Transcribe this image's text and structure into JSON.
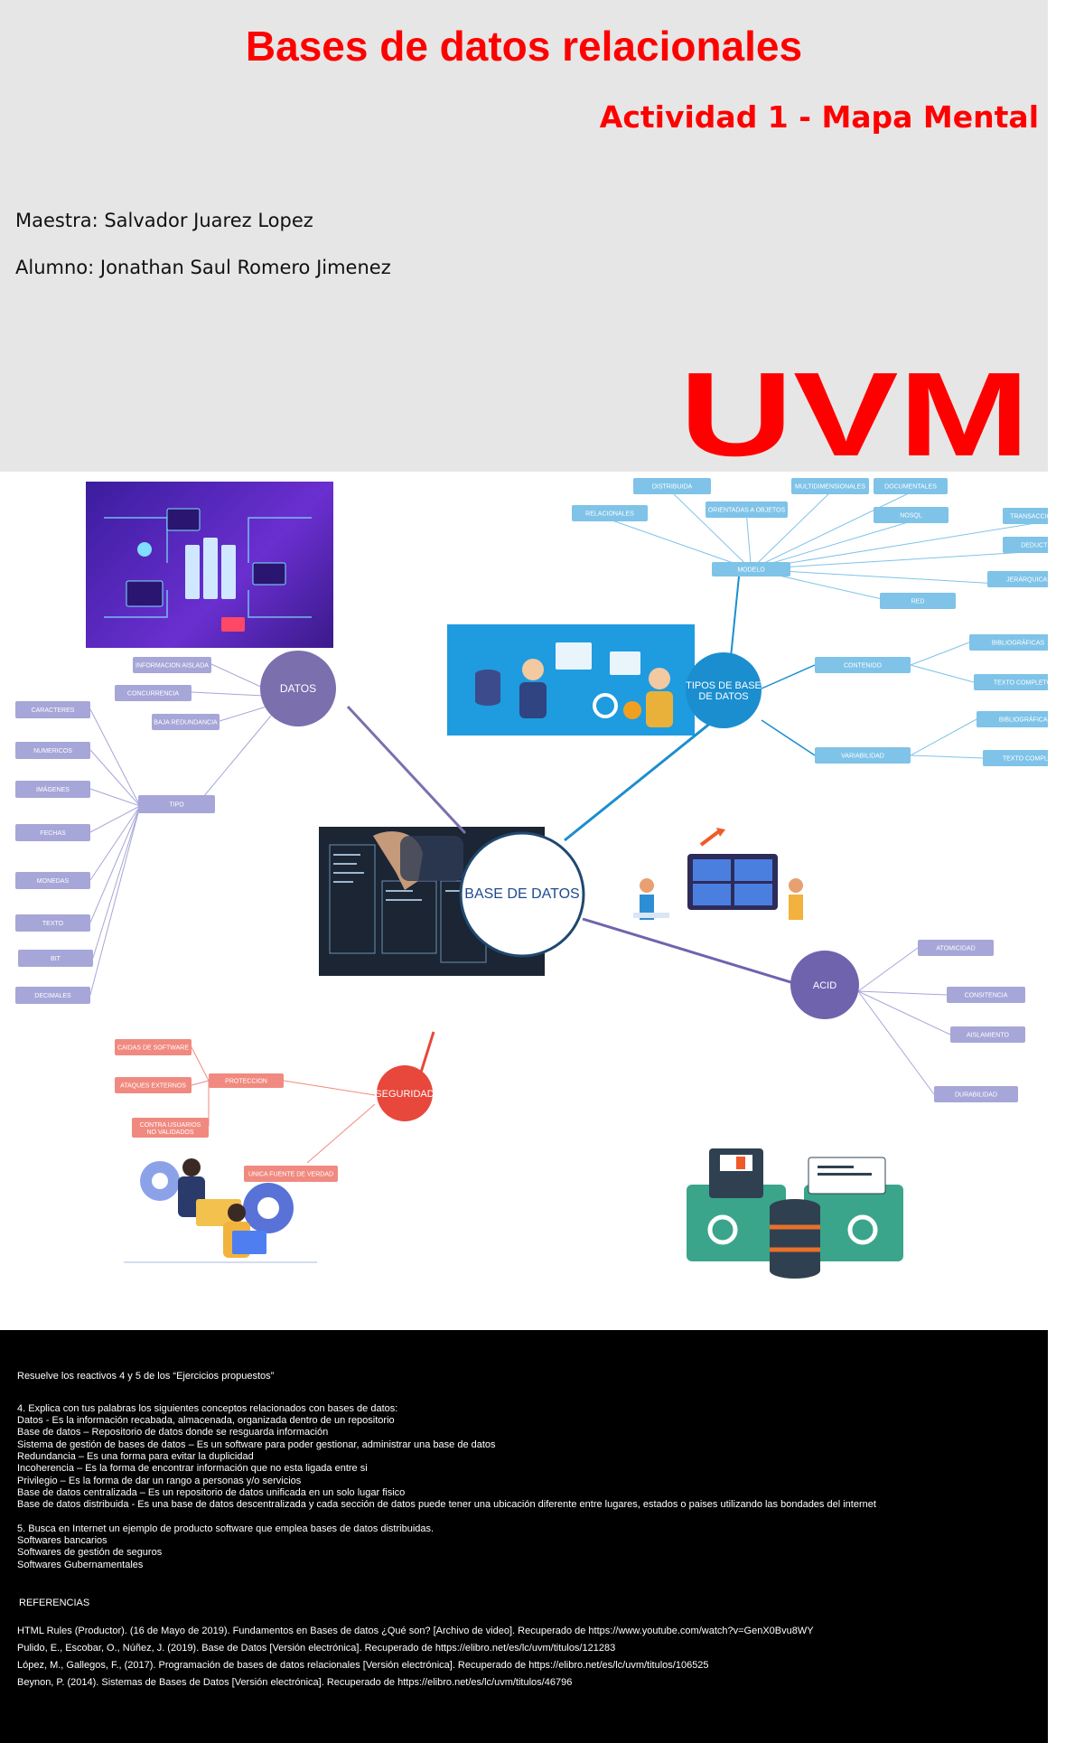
{
  "header": {
    "title": "Bases de datos relacionales",
    "subtitle": "Actividad 1 - Mapa Mental",
    "teacher": "Maestra: Salvador Juarez Lopez",
    "student": "Alumno: Jonathan Saul Romero Jimenez",
    "logo_text": "UVM"
  },
  "colors": {
    "accent_red": "#ff0000",
    "header_bg": "#e6e6e6",
    "datos": "#7b6fae",
    "tipos": "#1b8ed0",
    "acid": "#6f63ae",
    "seguridad": "#e8473b",
    "tag_blue": "#7fc3e8",
    "tag_purple": "#a7a6d8",
    "tag_red": "#f08a80"
  },
  "mindmap": {
    "center": "BASE DE DATOS",
    "datos": {
      "label": "DATOS",
      "items": [
        "INFORMACION AISLADA",
        "CONCURRENCIA",
        "BAJA REDUNDANCIA"
      ],
      "tipo": "TIPO",
      "tipo_items": [
        "CARACTERES",
        "NUMERICOS",
        "IMÁGENES",
        "FECHAS",
        "MONEDAS",
        "TEXTO",
        "BIT",
        "DECIMALES"
      ]
    },
    "tipos": {
      "label": "TIPOS DE BASE DE DATOS",
      "modelo": "MODELO",
      "modelo_items": [
        "DISTRIBUIDA",
        "MULTIDIMENSIONALES",
        "DOCUMENTALES",
        "RELACIONALES",
        "ORIENTADAS A OBJETOS",
        "NOSQL",
        "TRANSACCIONALES",
        "DEDUCTIVAS",
        "JERÁRQUICAS",
        "RED"
      ],
      "contenido": "CONTENIDO",
      "contenido_items": [
        "BIBLIOGRÁFICAS",
        "TEXTO COMPLETO"
      ],
      "variabilidad": "VARIABILIDAD",
      "variabilidad_items": [
        "BIBLIOGRÁFICAS",
        "TEXTO COMPLETO"
      ]
    },
    "acid": {
      "label": "ACID",
      "items": [
        "ATOMICIDAD",
        "CONSITENCIA",
        "AISLAMIENTO",
        "DURABILIDAD"
      ]
    },
    "seguridad": {
      "label": "SEGURIDAD",
      "proteccion": "PROTECCION",
      "proteccion_items": [
        "CAIDAS DE SOFTWARE",
        "ATAQUES EXTERNOS",
        "CONTRA USUARIOS NO VALIDADOS"
      ],
      "unica": "UNICA FUENTE DE VERDAD"
    }
  },
  "footer": {
    "lines": [
      "Resuelve los reactivos 4 y 5 de los “Ejercicios propuestos”",
      "",
      "4. Explica con tus palabras los siguientes conceptos relacionados con bases de datos:",
      "Datos - Es la información recabada, almacenada, organizada dentro de un repositorio",
      "Base de datos – Repositorio de datos donde se resguarda información",
      "Sistema de gestión de bases de datos – Es un software para poder gestionar, administrar una base de datos",
      "Redundancia – Es una forma para evitar la duplicidad",
      "Incoherencia – Es la forma de encontrar información que no esta ligada entre si",
      "Privilegio – Es la forma de dar un rango a personas y/o servicios",
      "Base de datos centralizada – Es un repositorio de datos unificada en un solo lugar fisico",
      "Base de datos distribuida - Es una base de datos descentralizada y cada sección de datos puede tener una ubicación diferente entre lugares, estados o paises utilizando las bondades del internet",
      "",
      "5. Busca en Internet un ejemplo de producto software que emplea bases de datos distribuidas.",
      "Softwares bancarios",
      "Softwares de gestión de seguros",
      "Softwares Gubernamentales"
    ],
    "references_title": "REFERENCIAS",
    "references": [
      "HTML Rules (Productor). (16 de Mayo de 2019). Fundamentos en Bases de datos ¿Qué son? [Archivo de video]. Recuperado de https://www.youtube.com/watch?v=GenX0Bvu8WY",
      "Pulido, E., Escobar, O., Núñez, J. (2019). Base de Datos [Versión electrónica]. Recuperado de https://elibro.net/es/lc/uvm/titulos/121283",
      "López, M., Gallegos, F., (2017). Programación de bases de datos relacionales [Versión electrónica]. Recuperado de https://elibro.net/es/lc/uvm/titulos/106525",
      "Beynon, P. (2014). Sistemas de Bases de Datos [Versión electrónica]. Recuperado de https://elibro.net/es/lc/uvm/titulos/46796"
    ]
  }
}
